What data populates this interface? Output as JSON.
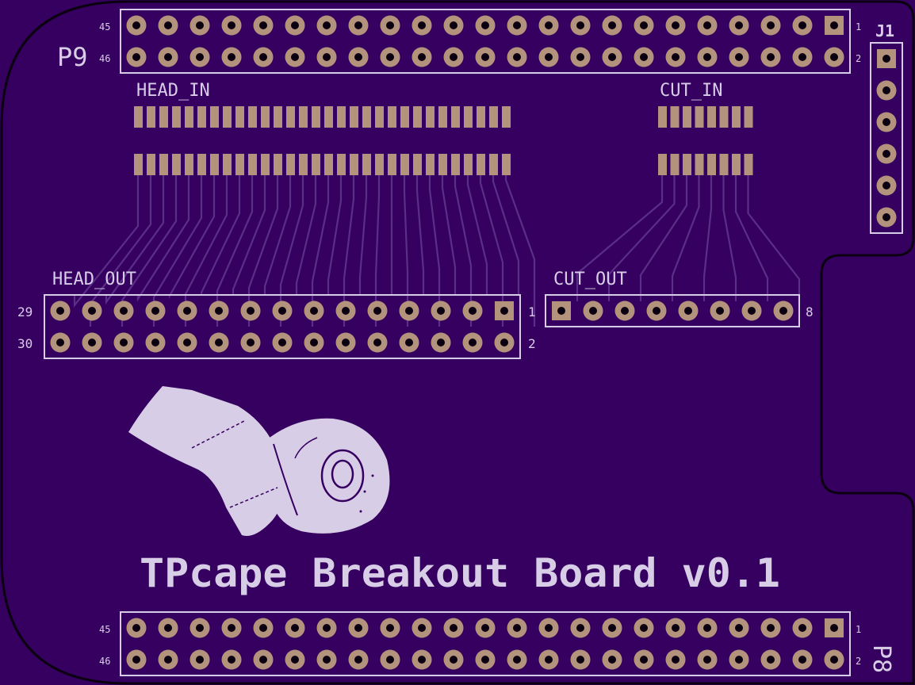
{
  "board": {
    "title": "TPcape Breakout Board v0.1",
    "colors": {
      "solder_mask": "#360060",
      "silkscreen": "#d8cde6",
      "copper_pad": "#b3937b",
      "trace": "#5a2f86",
      "outline": "#0a0010"
    }
  },
  "headers": {
    "p9": {
      "name": "P9",
      "pin_top_left": "45",
      "pin_bottom_left": "46",
      "pin_top_right": "1",
      "pin_bottom_right": "2",
      "columns": 23
    },
    "p8": {
      "name": "P8",
      "pin_top_left": "45",
      "pin_bottom_left": "46",
      "pin_top_right": "1",
      "pin_bottom_right": "2",
      "columns": 23
    },
    "j1": {
      "name": "J1",
      "pins": 6
    },
    "head_out": {
      "name": "HEAD_OUT",
      "pin_top_left": "29",
      "pin_bottom_left": "30",
      "pin_top_right": "1",
      "pin_bottom_right": "2",
      "columns": 15
    },
    "cut_out": {
      "name": "CUT_OUT",
      "pin_left": "1",
      "pin_right": "8",
      "columns": 8
    }
  },
  "pads": {
    "head_in": {
      "name": "HEAD_IN",
      "count": 30
    },
    "cut_in": {
      "name": "CUT_IN",
      "count": 8
    }
  },
  "artwork": {
    "icon": "thermal-paper-roll-icon"
  }
}
